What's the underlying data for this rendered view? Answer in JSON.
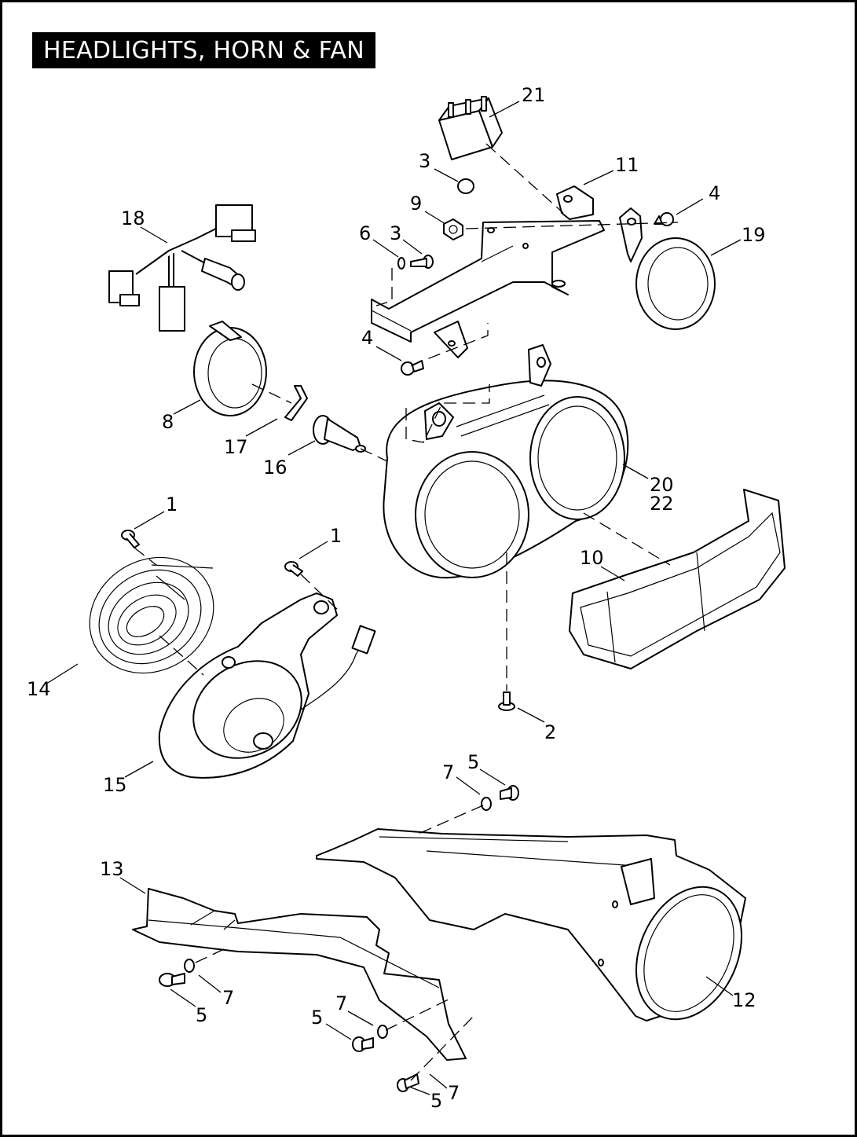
{
  "title": "HEADLIGHTS, HORN & FAN",
  "callouts": {
    "c21": "21",
    "c3a": "3",
    "c11": "11",
    "c9": "9",
    "c4a": "4",
    "c19": "19",
    "c18": "18",
    "c6": "6",
    "c3b": "3",
    "c4b": "4",
    "c8": "8",
    "c17": "17",
    "c16": "16",
    "c20": "20",
    "c22": "22",
    "c1a": "1",
    "c1b": "1",
    "c10": "10",
    "c14": "14",
    "c2": "2",
    "c15": "15",
    "c5a": "5",
    "c7a": "7",
    "c13": "13",
    "c12": "12",
    "c7b": "7",
    "c5b": "5",
    "c7c": "7",
    "c5c": "5",
    "c7d": "7",
    "c5d": "5"
  }
}
